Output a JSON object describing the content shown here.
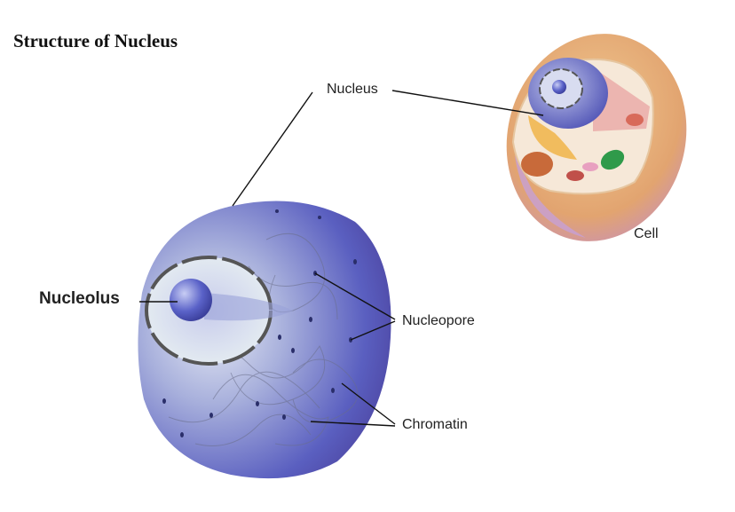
{
  "title": "Structure of Nucleus",
  "labels": {
    "nucleus": "Nucleus",
    "cell": "Cell",
    "nucleolus": "Nucleolus",
    "nucleopore": "Nucleopore",
    "chromatin": "Chromatin"
  },
  "colors": {
    "nucleus_dark": "#4a4fb0",
    "nucleus_light": "#dfe4f2",
    "cell_outer": "#e0a870",
    "cell_pink": "#c89ad0"
  }
}
